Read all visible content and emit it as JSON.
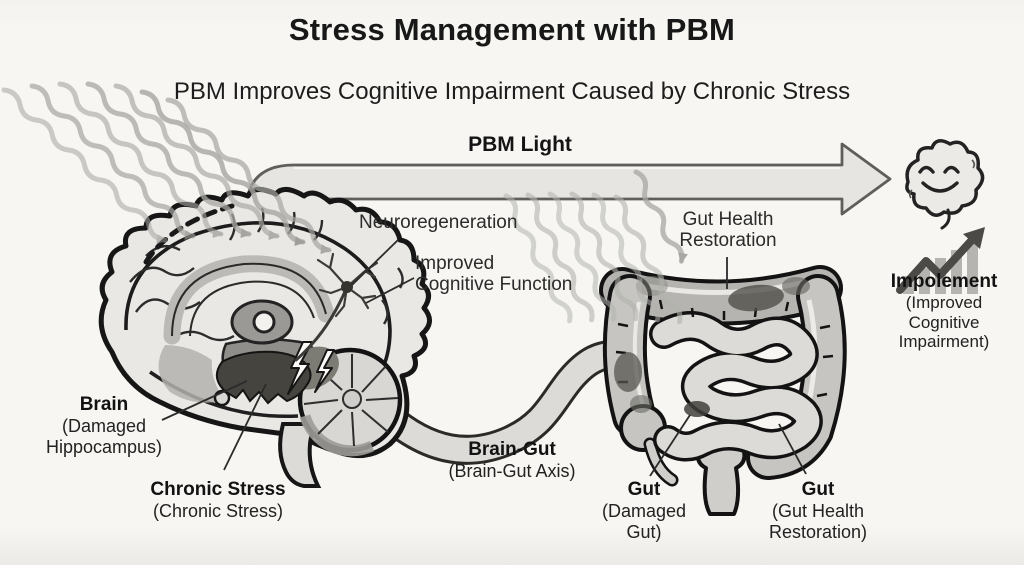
{
  "header": {
    "title": "Stress Management with PBM",
    "subtitle": "PBM Improves Cognitive Impairment Caused by Chronic Stress"
  },
  "flow": {
    "pbm_arrow_label": "PBM Light"
  },
  "annotations": {
    "neuroregeneration": "Neuroregeneration",
    "improved_cognitive_function": "Improved\nCognitive Function",
    "gut_health_restoration": "Gut Health\nRestoration"
  },
  "callouts": [
    {
      "id": "brain",
      "term": "Brain",
      "desc": "(Damaged Hippocampus)"
    },
    {
      "id": "chronic-stress",
      "term": "Chronic Stress",
      "desc": "(Chronic Stress)"
    },
    {
      "id": "brain-gut",
      "term": "Brain-Gut",
      "desc": "(Brain-Gut Axis)"
    },
    {
      "id": "gut-damaged",
      "term": "Gut",
      "desc": "(Damaged Gut)"
    },
    {
      "id": "gut-restored",
      "term": "Gut",
      "desc": "(Gut Health Restoration)"
    },
    {
      "id": "improvement",
      "term": "Impolement",
      "desc": "(Improved Cognitive Impairment)"
    }
  ],
  "icons": {
    "happy_brain": "smiling-brain-icon",
    "growth_chart": "growth-chart-icon",
    "stress_waves": "stress-wave-arrows",
    "pbm_waves": "pbm-light-waves"
  },
  "colors": {
    "background": "#f7f6f2",
    "ink": "#181818",
    "arrow_fill": "#e6e5e1",
    "arrow_stroke": "#5f5e5c",
    "wave_gray": "#a7a6a2",
    "brain_fill": "#e9e8e4",
    "colon_gray": "#c6c5c1",
    "damage_dark": "#45443f"
  }
}
